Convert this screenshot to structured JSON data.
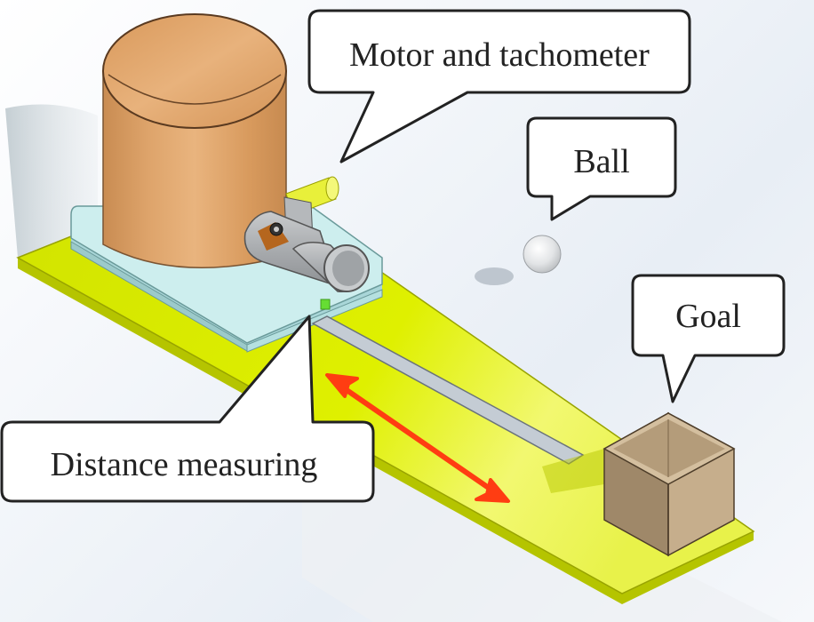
{
  "diagram": {
    "title": "Ball throwing apparatus setup",
    "labels": {
      "motor": "Motor and tachometer",
      "ball": "Ball",
      "goal": "Goal",
      "distance": "Distance measuring"
    },
    "colors": {
      "board": "#d4e600",
      "board_light": "#eef55a",
      "board_edge": "#b9c800",
      "base_plate": "#c9ecec",
      "cylinder": "#dba36c",
      "goal_box": "#b8a083",
      "ball": "#e4e6e8",
      "rail": "#c4ccd4",
      "arrow": "#ff3d12",
      "callout_stroke": "#222222",
      "sensor": "#66dd33"
    }
  }
}
